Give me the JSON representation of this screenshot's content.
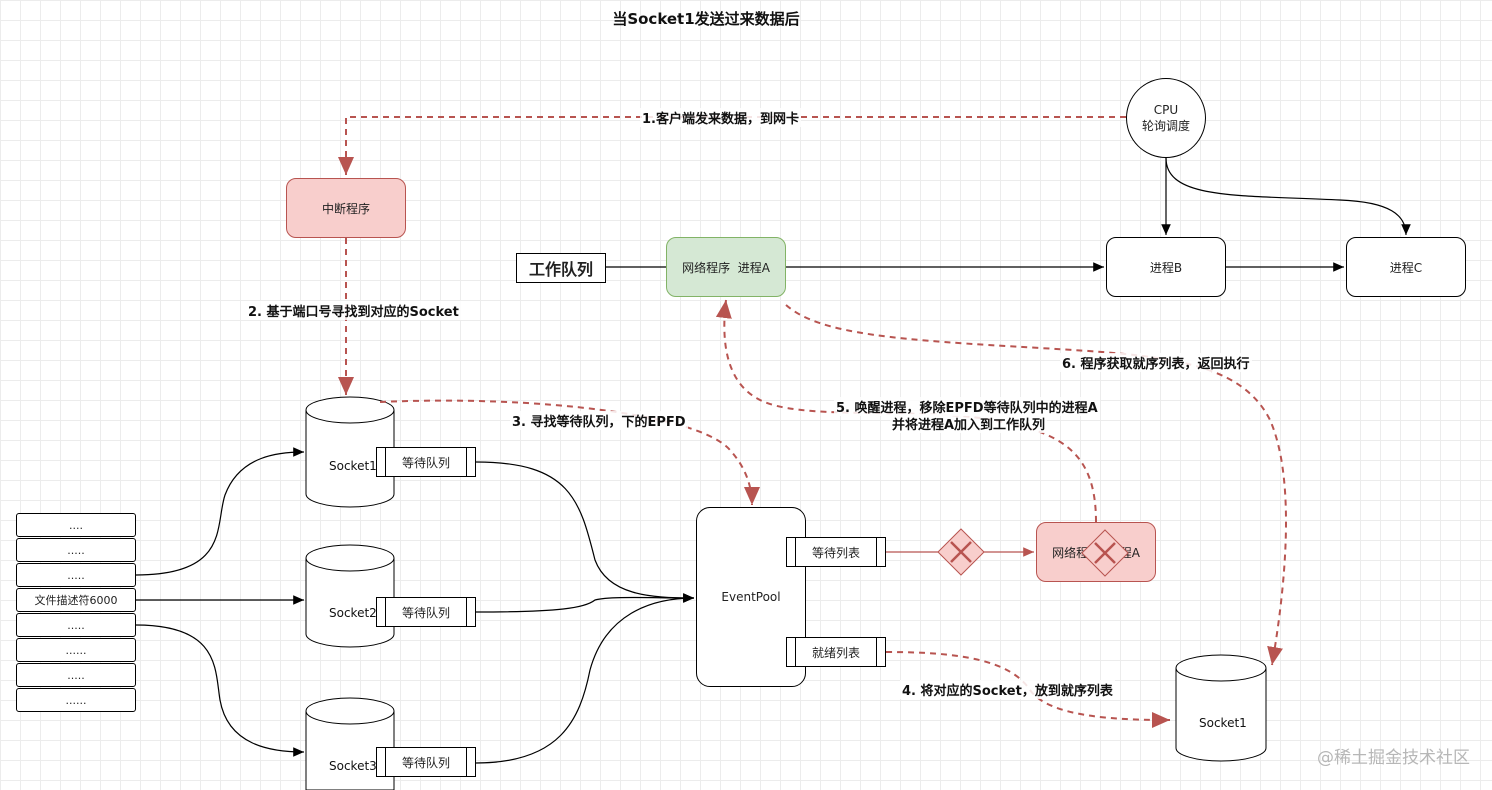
{
  "title": "当Socket1发送过来数据后",
  "colors": {
    "red_dashed": "#b85450",
    "red_fill": "#f8cecc",
    "green_fill": "#d5e8d4",
    "green_border": "#82b366"
  },
  "nodes": {
    "interrupt": "中断程序",
    "work_queue": "工作队列",
    "network_proc_a": "网络程序  进程A",
    "cpu": "CPU\n轮询调度",
    "proc_b": "进程B",
    "proc_c": "进程C",
    "eventpool": "EventPool",
    "wait_list": "等待列表",
    "ready_list": "就绪列表",
    "removed_proc_a": "网络程序  进程A",
    "socket1": "Socket1",
    "socket2": "Socket2",
    "socket3": "Socket3",
    "socket_ready": "Socket1",
    "wait_queue": "等待队列"
  },
  "fd_table": [
    "....",
    ".....",
    ".....",
    "文件描述符6000",
    ".....",
    "......",
    ".....",
    "......"
  ],
  "edge_labels": {
    "step1": "1.客户端发来数据，到网卡",
    "step2": "2. 基于端口号寻找到对应的Socket",
    "step3": "3. 寻找等待队列，下的EPFD",
    "step4": "4.  将对应的Socket，放到就序列表",
    "step5_line1": "5. 唤醒进程，移除EPFD等待队列中的进程A",
    "step5_line2": "并将进程A加入到工作队列",
    "step6": "6. 程序获取就序列表，返回执行"
  },
  "watermark": "@稀土掘金技术社区"
}
